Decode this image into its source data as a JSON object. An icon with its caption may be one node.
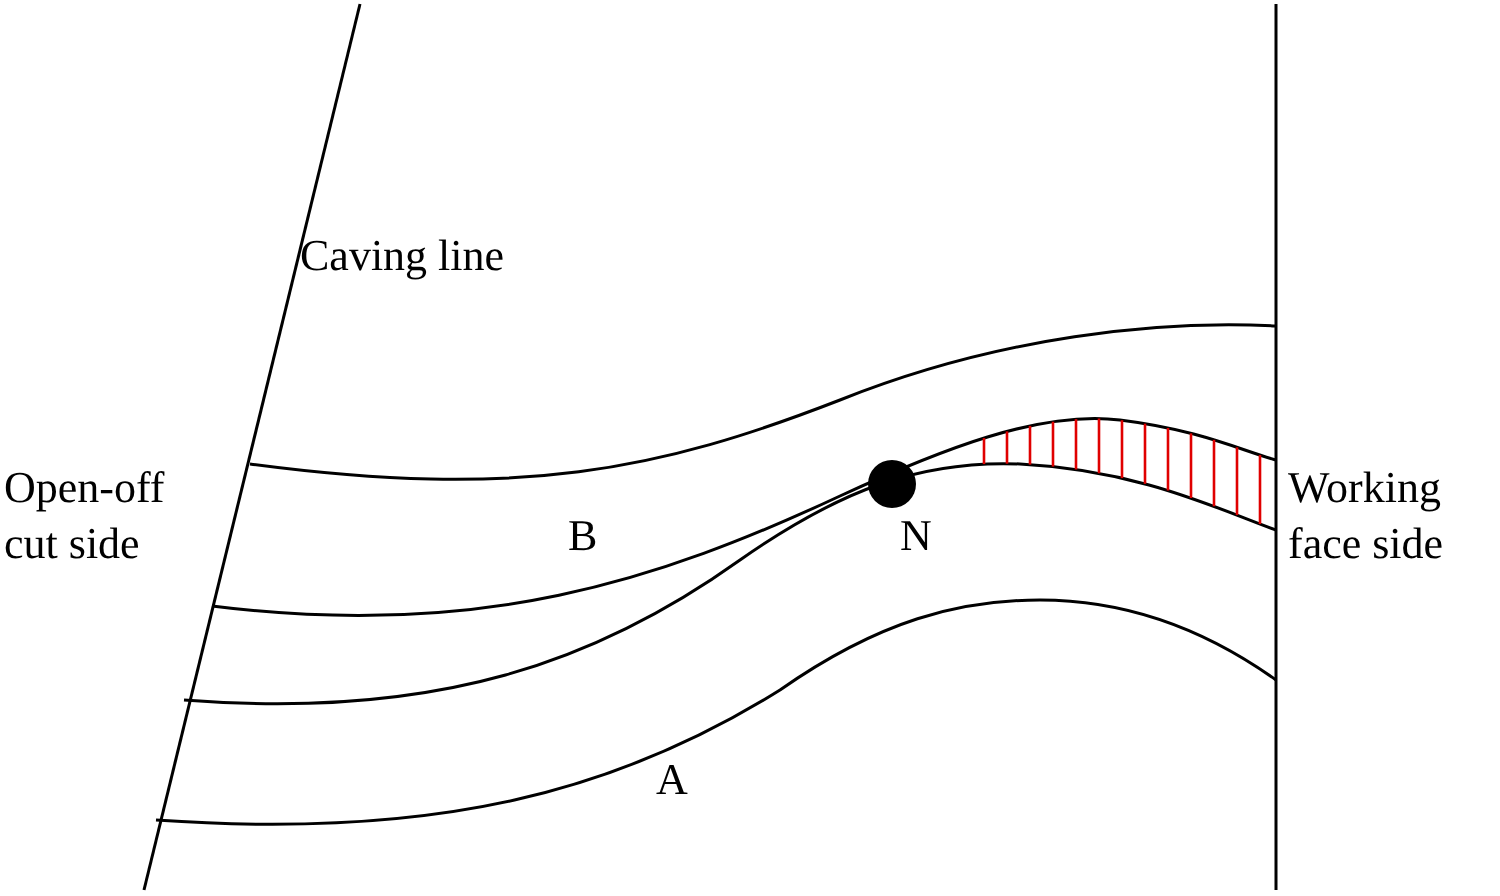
{
  "diagram": {
    "labels": [
      "Caving line",
      "Open-off cut side",
      "Working face side",
      "B",
      "N",
      "A"
    ]
  }
}
